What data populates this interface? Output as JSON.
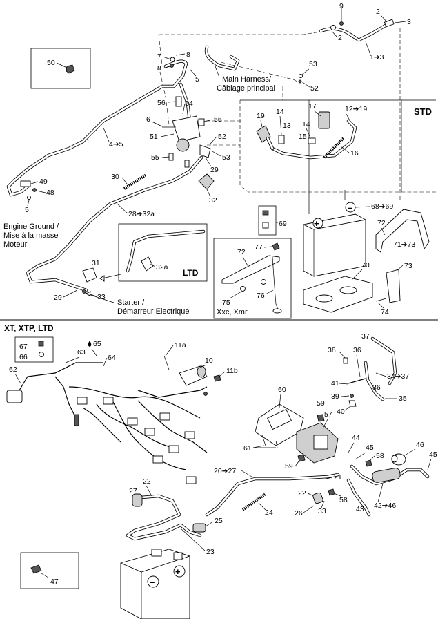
{
  "sections": {
    "std": "STD",
    "ltd": "LTD",
    "xt_xtp_ltd": "XT, XTP, LTD",
    "xxc_xmr": "Xxc, Xmr"
  },
  "notes": {
    "main_harness": "Main Harness/",
    "cablage_principal": "Câblage principal",
    "engine_ground": "Engine Ground /",
    "mise_masse": "Mise à la masse",
    "moteur": "Moteur",
    "starter": "Starter /",
    "demarreur": "Démarreur Electrique"
  },
  "callouts": {
    "c9": "9",
    "c2a": "2",
    "c3": "3",
    "c2b": "2",
    "c1_3": "1➔3",
    "c50": "50",
    "c7": "7",
    "c8": "8",
    "c5a": "5",
    "c53a": "53",
    "c52a": "52",
    "c56a": "56",
    "c54": "54",
    "c6": "6",
    "c56b": "56",
    "c51": "51",
    "c52b": "52",
    "c53b": "53",
    "c55": "55",
    "c29a": "29",
    "c4_5": "4➔5",
    "c49": "49",
    "c48": "48",
    "c5b": "5",
    "c30": "30",
    "c32": "32",
    "c28_32a": "28➔32a",
    "c31": "31",
    "c32a": "32a",
    "c29b": "29",
    "c33a": "33",
    "c19": "19",
    "c14a": "14",
    "c13": "13",
    "c17": "17",
    "c12_19": "12➔19",
    "c14b": "14",
    "c15": "15",
    "c16": "16",
    "c68_69": "68➔69",
    "c69": "69",
    "c72a": "72",
    "c71_73": "71➔73",
    "c77": "77",
    "c72b": "72",
    "c70": "70",
    "c73": "73",
    "c75": "75",
    "c76": "76",
    "c74": "74",
    "c67": "67",
    "c66": "66",
    "c65": "65",
    "c63": "63",
    "c64": "64",
    "c62": "62",
    "c11a": "11a",
    "c10": "10",
    "c11b": "11b",
    "c37": "37",
    "c38": "38",
    "c36a": "36",
    "c34_37": "34➔37",
    "c41": "41",
    "c36b": "36",
    "c39": "39",
    "c35": "35",
    "c40": "40",
    "c60": "60",
    "c59a": "59",
    "c57": "57",
    "c61": "61",
    "c59b": "59",
    "c44": "44",
    "c45a": "45",
    "c46": "46",
    "c58a": "58",
    "c45b": "45",
    "c20_27": "20➔27",
    "c21": "21",
    "c22a": "22",
    "c58b": "58",
    "c26": "26",
    "c33b": "33",
    "c43": "43",
    "c42_46": "42➔46",
    "c22b": "22",
    "c27": "27",
    "c24": "24",
    "c25": "25",
    "c23": "23",
    "c47": "47"
  },
  "icons": {
    "drop": "oil-drop-icon",
    "plus": "battery-plus-icon",
    "minus": "battery-minus-icon"
  }
}
